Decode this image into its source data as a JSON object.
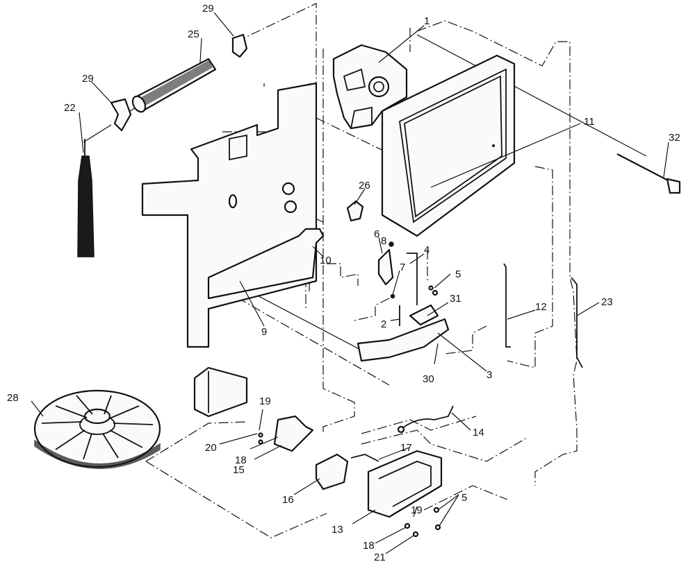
{
  "callouts": {
    "c1": "1",
    "c2": "2",
    "c3": "3",
    "c4": "4",
    "c5a": "5",
    "c5b": "5",
    "c6": "6",
    "c7": "7",
    "c8": "8",
    "c9": "9",
    "c10": "10",
    "c11": "11",
    "c12": "12",
    "c13": "13",
    "c14": "14",
    "c15": "15",
    "c16": "16",
    "c17": "17",
    "c18a": "18",
    "c18b": "18",
    "c19a": "19",
    "c19b": "19",
    "c20": "20",
    "c21": "21",
    "c22": "22",
    "c23": "23",
    "c25": "25",
    "c26": "26",
    "c28": "28",
    "c29a": "29",
    "c29b": "29",
    "c30": "30",
    "c31": "31",
    "c32": "32"
  }
}
